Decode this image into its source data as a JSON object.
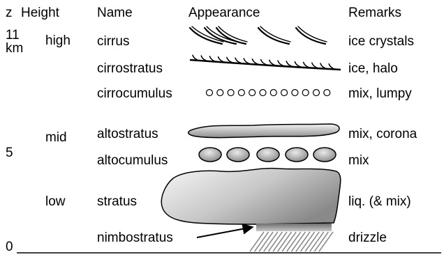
{
  "headers": {
    "z": "z",
    "height": "Height",
    "name": "Name",
    "appearance": "Appearance",
    "remarks": "Remarks"
  },
  "z_axis": {
    "top_value": "11",
    "top_unit": "km",
    "mid_value": "5",
    "bottom_value": "0"
  },
  "levels": {
    "high": "high",
    "mid": "mid",
    "low": "low"
  },
  "rows": [
    {
      "name": "cirrus",
      "remark": "ice crystals",
      "icon": "cirrus-hook-strands"
    },
    {
      "name": "cirrostratus",
      "remark": "ice, halo",
      "icon": "cirrostratus-fringe"
    },
    {
      "name": "cirrocumulus",
      "remark": "mix, lumpy",
      "icon": "cirrocumulus-small-circles"
    },
    {
      "name": "altostratus",
      "remark": "mix, corona",
      "icon": "altostratus-flat-band"
    },
    {
      "name": "altocumulus",
      "remark": "mix",
      "icon": "altocumulus-lumps"
    },
    {
      "name": "stratus",
      "remark": "liq. (& mix)",
      "icon": "stratus-thick-layer"
    },
    {
      "name": "nimbostratus",
      "remark": "drizzle",
      "icon": "nimbostratus-rain"
    }
  ],
  "colors": {
    "ink": "#000000",
    "cloud_light": "#f2f2f2",
    "cloud_dark": "#8a8a8a",
    "rain": "#8c8c8c"
  }
}
